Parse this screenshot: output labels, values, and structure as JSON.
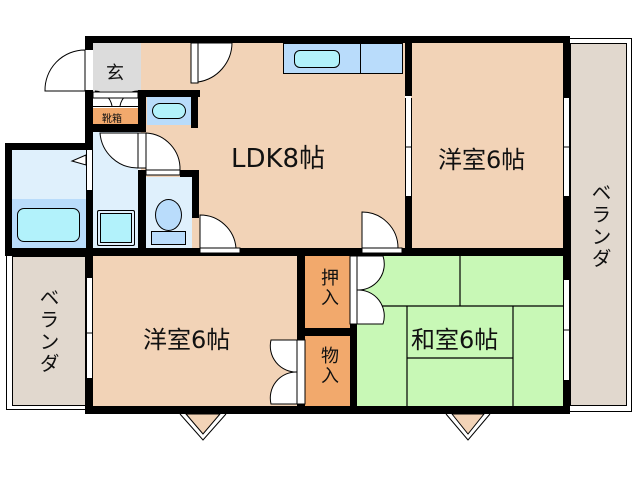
{
  "floorplan": {
    "colors": {
      "western_room": "#f2d3b7",
      "japanese_room": "#c8f8b6",
      "storage": "#f2a96c",
      "wet_area": "#dff0fc",
      "fixture_blue": "#b9dcfb",
      "fixture_cyan": "#b2f2fb",
      "entrance": "#dcdcdc",
      "veranda": "#e1d8ce",
      "wall": "#000000"
    },
    "rooms": {
      "ldk": {
        "label": "LDK8帖"
      },
      "western_room_east": {
        "label": "洋室6帖"
      },
      "western_room_west": {
        "label": "洋室6帖"
      },
      "japanese_room": {
        "label": "和室6帖"
      },
      "entrance": {
        "label": "玄"
      },
      "shoe_cabinet": {
        "label": "靴箱"
      },
      "closet_oshiire": {
        "label": "押入"
      },
      "storage_monoire": {
        "label": "物入"
      },
      "veranda_east": {
        "label": "ベランダ"
      },
      "veranda_west": {
        "label": "ベランダ"
      }
    }
  }
}
